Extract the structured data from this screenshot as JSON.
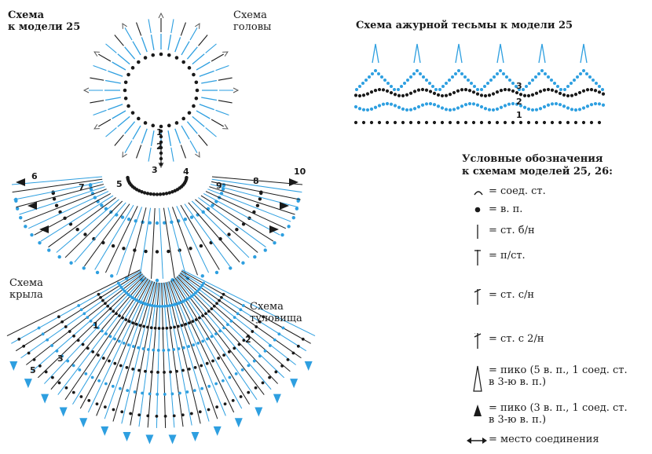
{
  "labels": {
    "model_scheme": "Схема\nк модели 25",
    "head_scheme": "Схема\nголовы",
    "lace_title": "Схема ажурной тесьмы к модели 25",
    "wing_scheme": "Схема\nкрыла",
    "body_scheme": "Схема\nтуловища"
  },
  "row_numbers": {
    "head": [
      "1",
      "2",
      "3"
    ],
    "wing": [
      "6",
      "7",
      "5",
      "4",
      "9",
      "8",
      "10"
    ],
    "body": [
      "1",
      "2",
      "3",
      "5"
    ],
    "lace": [
      "1",
      "2",
      "3"
    ]
  },
  "legend": {
    "title": "Условные обозначения\nк схемам моделей 25, 26:",
    "items": [
      {
        "symbol": "slip-stitch-icon",
        "text": "= соед. ст."
      },
      {
        "symbol": "chain-stitch-icon",
        "text": "= в. п."
      },
      {
        "symbol": "single-crochet-icon",
        "text": "= ст. б/н"
      },
      {
        "symbol": "half-double-crochet-icon",
        "text": "= п/ст."
      },
      {
        "symbol": "double-crochet-icon",
        "text": "= ст. с/н"
      },
      {
        "symbol": "treble-crochet-icon",
        "text": "= ст. с 2/н"
      },
      {
        "symbol": "picot-5-icon",
        "text": "= пико (5 в. п., 1 соед. ст.\nв 3-ю в. п.)"
      },
      {
        "symbol": "picot-3-icon",
        "text": "= пико (3 в. п., 1 соед. ст.\nв 3-ю в. п.)"
      },
      {
        "symbol": "join-point-icon",
        "text": "= место соединения"
      }
    ]
  },
  "colors": {
    "blue": "#2e9fe0",
    "black": "#1a1a1a",
    "grey": "#555555"
  }
}
